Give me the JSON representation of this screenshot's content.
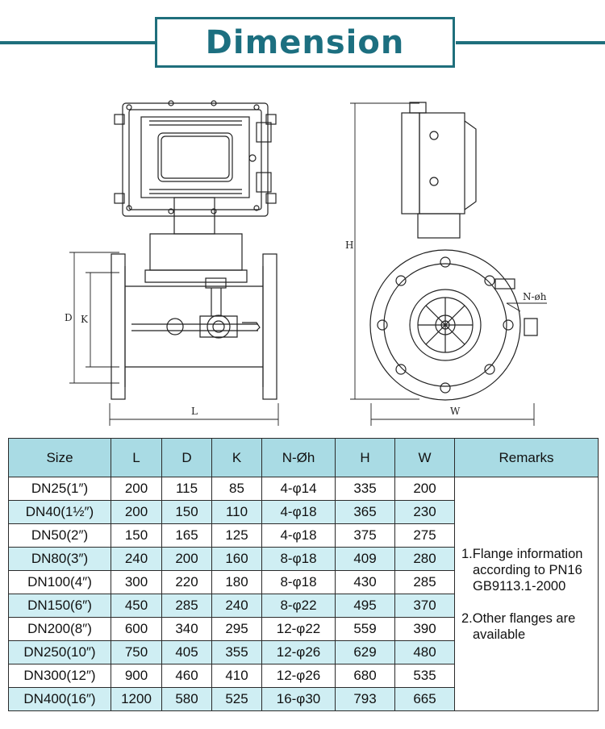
{
  "header": {
    "title": "Dimension"
  },
  "drawing": {
    "front_labels": {
      "length": "L",
      "flange_diameter": "D",
      "bolt_circle": "K"
    },
    "side_labels": {
      "height": "H",
      "width": "W",
      "holes": "N-øh"
    }
  },
  "table": {
    "headers": [
      "Size",
      "L",
      "D",
      "K",
      "N-Øh",
      "H",
      "W",
      "Remarks"
    ],
    "rows": [
      [
        "DN25(1″)",
        "200",
        "115",
        "85",
        "4-φ14",
        "335",
        "200"
      ],
      [
        "DN40(1½″)",
        "200",
        "150",
        "110",
        "4-φ18",
        "365",
        "230"
      ],
      [
        "DN50(2″)",
        "150",
        "165",
        "125",
        "4-φ18",
        "375",
        "275"
      ],
      [
        "DN80(3″)",
        "240",
        "200",
        "160",
        "8-φ18",
        "409",
        "280"
      ],
      [
        "DN100(4″)",
        "300",
        "220",
        "180",
        "8-φ18",
        "430",
        "285"
      ],
      [
        "DN150(6″)",
        "450",
        "285",
        "240",
        "8-φ22",
        "495",
        "370"
      ],
      [
        "DN200(8″)",
        "600",
        "340",
        "295",
        "12-φ22",
        "559",
        "390"
      ],
      [
        "DN250(10″)",
        "750",
        "405",
        "355",
        "12-φ26",
        "629",
        "480"
      ],
      [
        "DN300(12″)",
        "900",
        "460",
        "410",
        "12-φ26",
        "680",
        "535"
      ],
      [
        "DN400(16″)",
        "1200",
        "580",
        "525",
        "16-φ30",
        "793",
        "665"
      ]
    ],
    "remarks": {
      "item1_line1": "1.Flange information",
      "item1_line2": "according to PN16",
      "item1_line3": "GB9113.1-2000",
      "item2_line1": "2.Other flanges are",
      "item2_line2": "available"
    }
  }
}
